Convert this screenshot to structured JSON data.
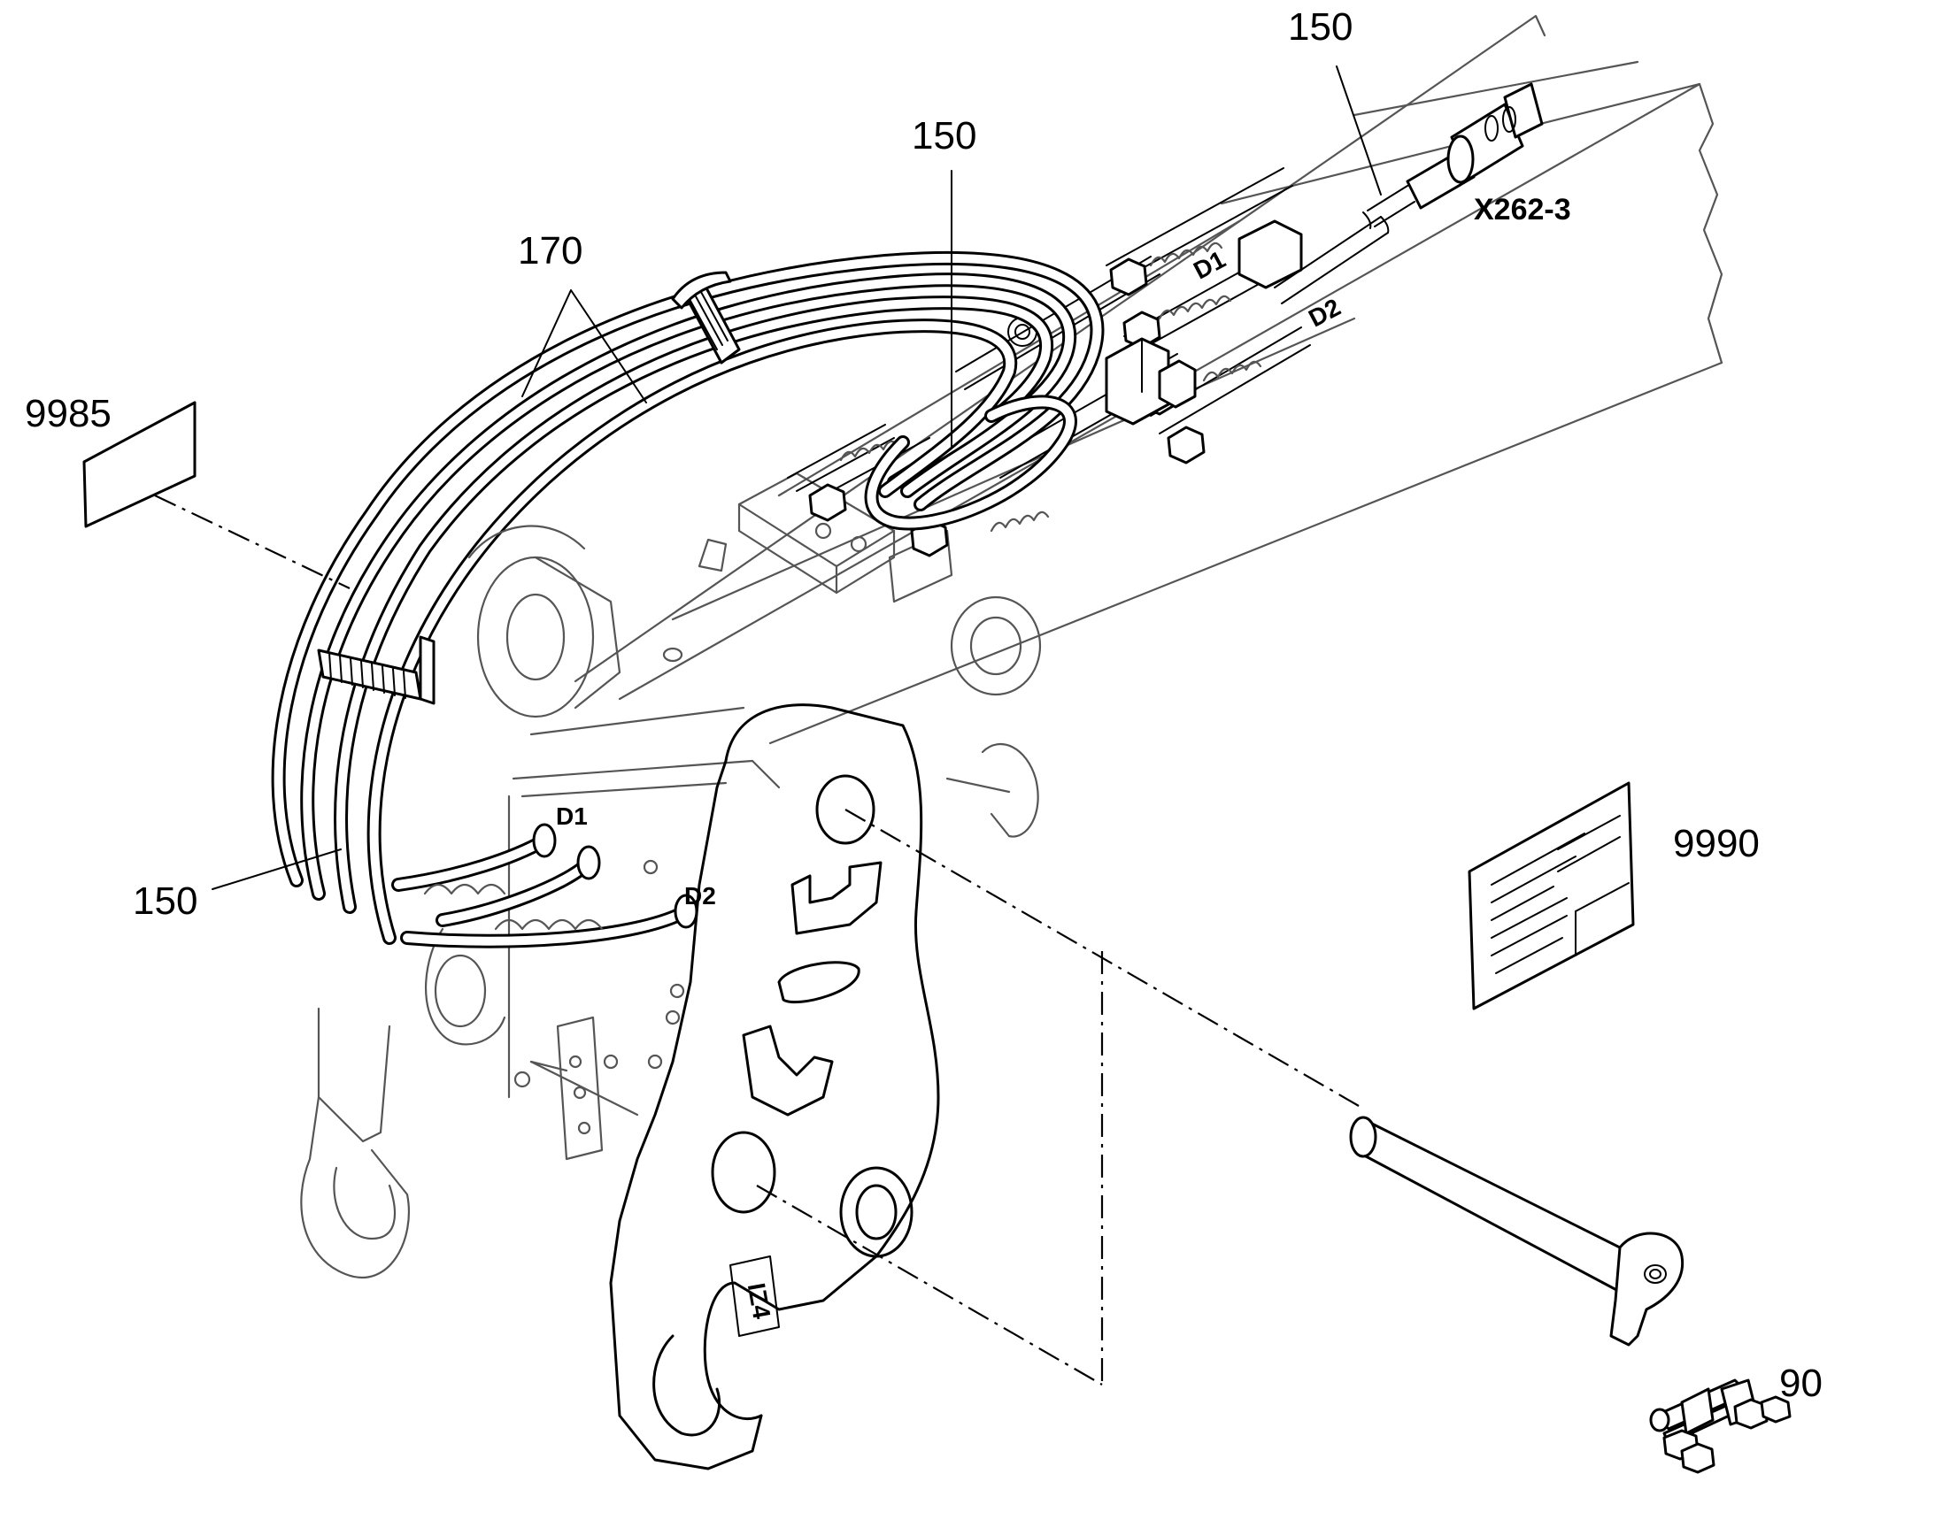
{
  "callouts": {
    "c150_top": "150",
    "c150_mid": "150",
    "c170": "170",
    "c9985": "9985",
    "c150_left": "150",
    "c9990": "9990",
    "c90": "90"
  },
  "labels": {
    "x262": "X262-3",
    "d1_top": "D1",
    "d2_top": "D2",
    "d1_left": "D1",
    "d2_left": "D2",
    "stamp": "IZ4"
  }
}
